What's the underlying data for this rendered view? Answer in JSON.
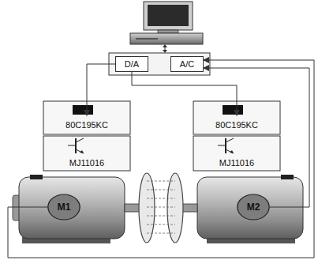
{
  "diagram": {
    "nodes": [
      {
        "text": [
          "D/A"
        ]
      },
      {
        "text": [
          "A/C"
        ]
      },
      {
        "text": [
          "80C195KC"
        ]
      },
      {
        "text": [
          "80C195KC"
        ]
      },
      {
        "text": [
          "MJ11016"
        ]
      },
      {
        "text": [
          "MJ11016"
        ]
      },
      {
        "text": [
          "M1"
        ]
      },
      {
        "text": [
          "M2"
        ]
      }
    ],
    "edges": [
      {
        "from": 0,
        "to": 2,
        "arrow": "to"
      },
      {
        "from": 0,
        "to": 3,
        "arrow": "to"
      },
      {
        "from": 7,
        "to": 1,
        "arrow": "to"
      },
      {
        "from": 6,
        "to": 1,
        "arrow": "to"
      }
    ]
  }
}
